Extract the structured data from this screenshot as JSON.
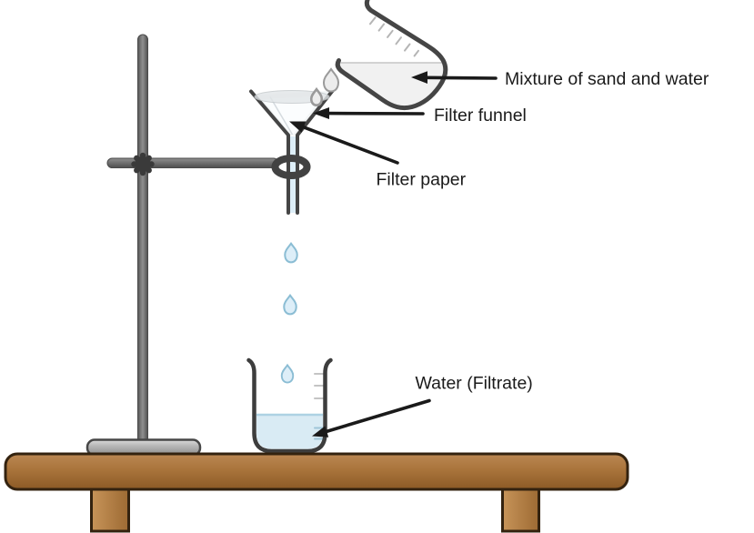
{
  "figure": {
    "type": "filtration-experiment-diagram",
    "description": "Filtration of a mixture of sand and water using a filter funnel on a retort stand over a beaker"
  },
  "labels": {
    "mixture": "Mixture of sand and water",
    "filter_funnel": "Filter funnel",
    "filter_paper": "Filter paper",
    "filtrate": "Water (Filtrate)"
  },
  "colors": {
    "outline": "#454545",
    "glass_outline": "#3d3d3d",
    "label_text": "#1a1a1a",
    "arrow": "#1a1a1a",
    "water_fill": "#d9ebf4",
    "water_surface": "#aed2e3",
    "drop_fill": "#ddeef8",
    "drop_stroke": "#8bbdd4",
    "mixture_fill": "#f1f1f1",
    "mixture_surface": "#c6c6c6",
    "metal": "#6e6e6e",
    "metal_dark": "#424242",
    "table_top": "#a9743b",
    "table_outline": "#33220f",
    "leg_fill": "#b9854d",
    "base_fill": "#b5b5b5"
  }
}
